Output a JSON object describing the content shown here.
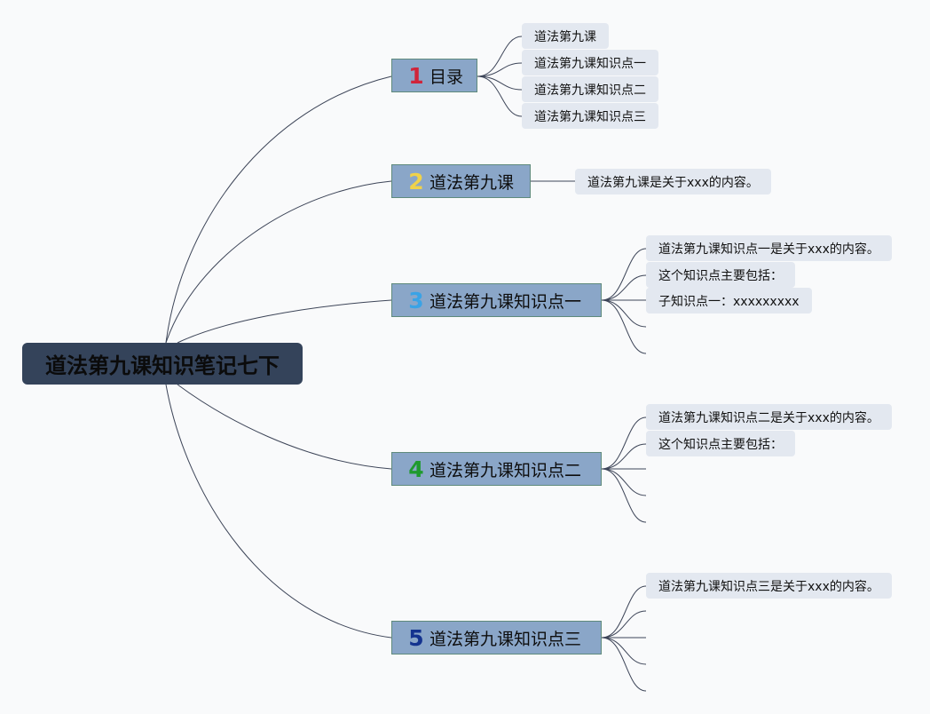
{
  "root": {
    "title": "道法第九课知识笔记七下"
  },
  "branches": [
    {
      "number": "1",
      "number_color": "#d0243a",
      "label": "目录"
    },
    {
      "number": "2",
      "number_color": "#f0d24a",
      "label": "道法第九课"
    },
    {
      "number": "3",
      "number_color": "#3aa3e6",
      "label": "道法第九课知识点一"
    },
    {
      "number": "4",
      "number_color": "#1f9a2e",
      "label": "道法第九课知识点二"
    },
    {
      "number": "5",
      "number_color": "#14338f",
      "label": "道法第九课知识点三"
    }
  ],
  "leaves": {
    "toc": [
      "道法第九课",
      "道法第九课知识点一",
      "道法第九课知识点二",
      "道法第九课知识点三"
    ],
    "lesson": [
      "道法第九课是关于xxx的内容。"
    ],
    "point1": [
      "道法第九课知识点一是关于xxx的内容。",
      "这个知识点主要包括：",
      "子知识点一：xxxxxxxxx"
    ],
    "point2": [
      "道法第九课知识点二是关于xxx的内容。",
      "这个知识点主要包括："
    ],
    "point3": [
      "道法第九课知识点三是关于xxx的内容。"
    ]
  },
  "colors": {
    "root_bg": "#34435a",
    "branch_bg": "#8aa6c8",
    "leaf_bg": "#e3e8f0",
    "line": "#3d4558"
  }
}
